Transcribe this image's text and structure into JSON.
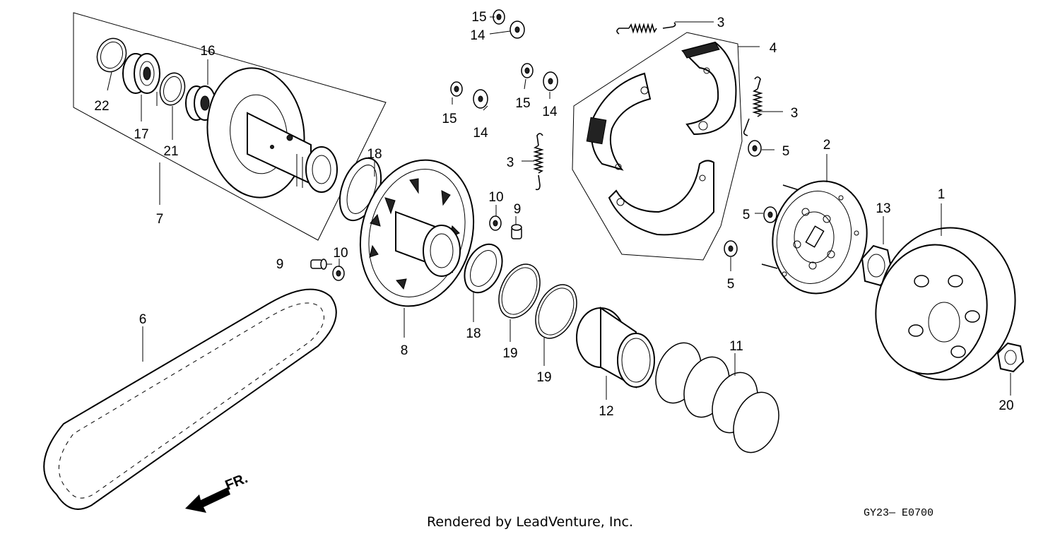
{
  "diagram": {
    "callouts": [
      {
        "key": "p1",
        "label": "1"
      },
      {
        "key": "p2",
        "label": "2"
      },
      {
        "key": "p3a",
        "label": "3"
      },
      {
        "key": "p3b",
        "label": "3"
      },
      {
        "key": "p3c",
        "label": "3"
      },
      {
        "key": "p4",
        "label": "4"
      },
      {
        "key": "p5a",
        "label": "5"
      },
      {
        "key": "p5b",
        "label": "5"
      },
      {
        "key": "p5c",
        "label": "5"
      },
      {
        "key": "p6",
        "label": "6"
      },
      {
        "key": "p7",
        "label": "7"
      },
      {
        "key": "p8",
        "label": "8"
      },
      {
        "key": "p9a",
        "label": "9"
      },
      {
        "key": "p9b",
        "label": "9"
      },
      {
        "key": "p10a",
        "label": "10"
      },
      {
        "key": "p10b",
        "label": "10"
      },
      {
        "key": "p11",
        "label": "11"
      },
      {
        "key": "p12",
        "label": "12"
      },
      {
        "key": "p13",
        "label": "13"
      },
      {
        "key": "p14a",
        "label": "14"
      },
      {
        "key": "p14b",
        "label": "14"
      },
      {
        "key": "p14c",
        "label": "14"
      },
      {
        "key": "p15a",
        "label": "15"
      },
      {
        "key": "p15b",
        "label": "15"
      },
      {
        "key": "p15c",
        "label": "15"
      },
      {
        "key": "p16",
        "label": "16"
      },
      {
        "key": "p17",
        "label": "17"
      },
      {
        "key": "p18a",
        "label": "18"
      },
      {
        "key": "p18b",
        "label": "18"
      },
      {
        "key": "p19a",
        "label": "19"
      },
      {
        "key": "p19b",
        "label": "19"
      },
      {
        "key": "p20",
        "label": "20"
      },
      {
        "key": "p21",
        "label": "21"
      },
      {
        "key": "p22",
        "label": "22"
      }
    ],
    "direction_label": "FR.",
    "credit": "Rendered by LeadVenture, Inc.",
    "diagram_code": "GY23— E0700"
  }
}
